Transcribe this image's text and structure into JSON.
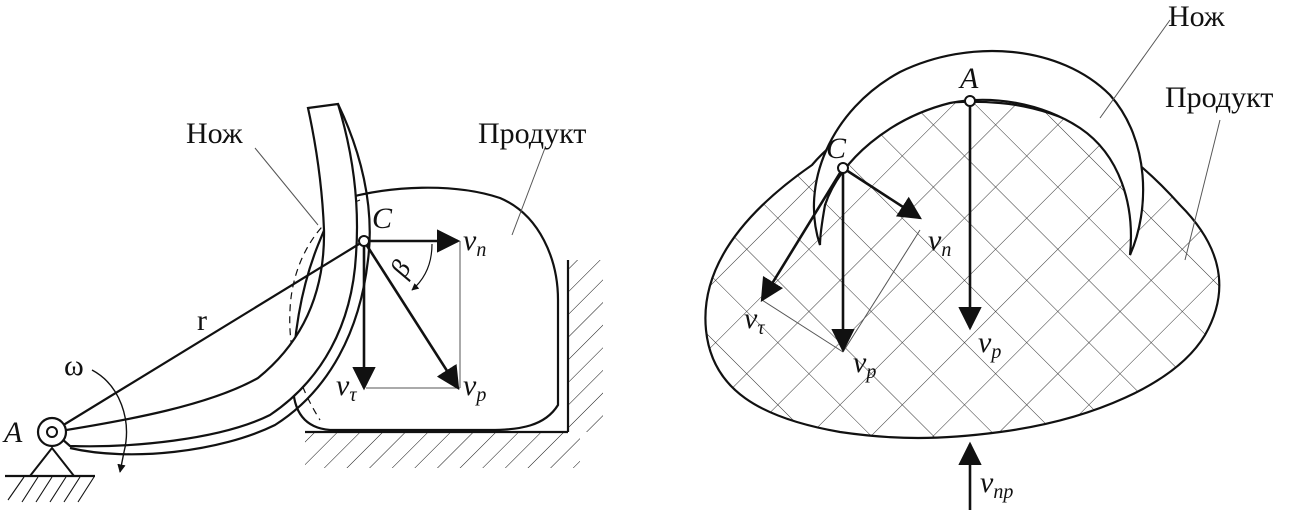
{
  "left": {
    "knife_label": "Нож",
    "product_label": "Продукт",
    "point_a": "A",
    "point_c": "C",
    "radius": "r",
    "omega": "ω",
    "beta": "β",
    "v": "v",
    "sub_n": "n",
    "sub_tau": "τ",
    "sub_p": "p"
  },
  "right": {
    "knife_label": "Нож",
    "product_label": "Продукт",
    "point_a": "A",
    "point_c": "C",
    "v": "v",
    "sub_n": "n",
    "sub_tau": "τ",
    "sub_p": "p",
    "sub_pr": "пр"
  }
}
